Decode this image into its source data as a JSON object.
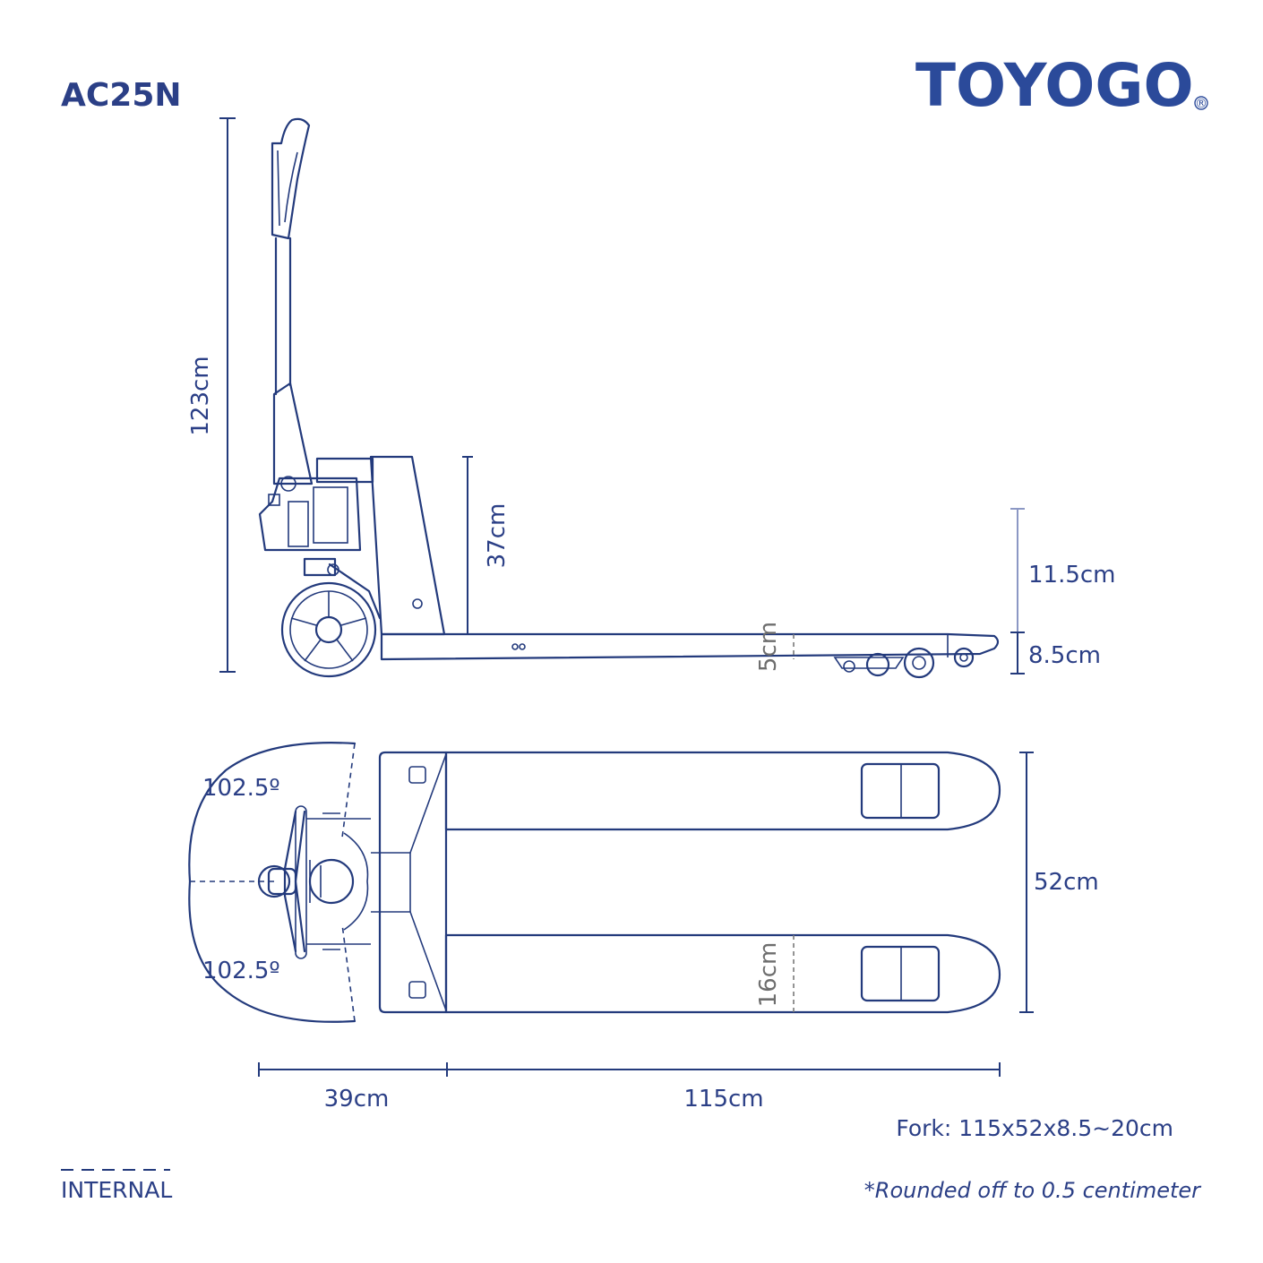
{
  "model": "AC25N",
  "brand": {
    "name": "TOYOGO",
    "registered_mark": "®"
  },
  "dimensions": {
    "overall_height": "123cm",
    "frame_height": "37cm",
    "fork_lift_height": "11.5cm",
    "fork_lowered_height": "8.5cm",
    "fork_thickness": "5cm",
    "steering_angle_top": "102.5º",
    "steering_angle_bottom": "102.5º",
    "overall_width": "52cm",
    "fork_width": "16cm",
    "handle_length": "39cm",
    "fork_length": "115cm"
  },
  "fork_spec": "Fork: 115x52x8.5~20cm",
  "legend": {
    "label": "INTERNAL"
  },
  "footnote": "*Rounded off to 0.5 centimeter",
  "colors": {
    "line": "#233a7c",
    "text": "#2b3f86",
    "brand": "#2b4a9a",
    "secondary_dimension": "#6e6e6e"
  }
}
